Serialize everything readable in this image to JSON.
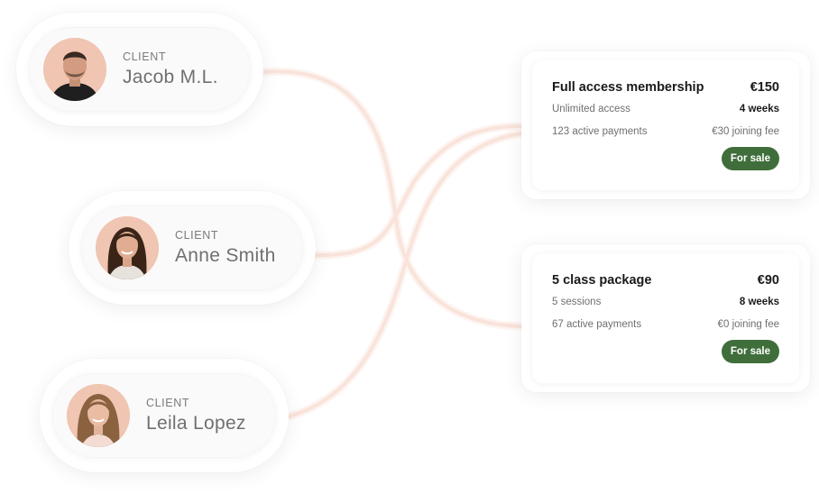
{
  "clients": [
    {
      "role": "CLIENT",
      "name": "Jacob M.L.",
      "avatar_icon": "man-portrait-avatar"
    },
    {
      "role": "CLIENT",
      "name": "Anne Smith",
      "avatar_icon": "woman-portrait-avatar"
    },
    {
      "role": "CLIENT",
      "name": "Leila Lopez",
      "avatar_icon": "woman-portrait-avatar"
    }
  ],
  "products": [
    {
      "title": "Full access membership",
      "price": "€150",
      "subtitle": "Unlimited access",
      "duration": "4 weeks",
      "payments": "123 active payments",
      "fee": "€30 joining fee",
      "status": "For sale"
    },
    {
      "title": "5 class package",
      "price": "€90",
      "subtitle": "5 sessions",
      "duration": "8 weeks",
      "payments": "67 active payments",
      "fee": "€0 joining fee",
      "status": "For sale"
    }
  ],
  "colors": {
    "status_button": "#3f6e3b",
    "connector": "#f4cfc3",
    "avatar_background": "#f2c9b6"
  }
}
